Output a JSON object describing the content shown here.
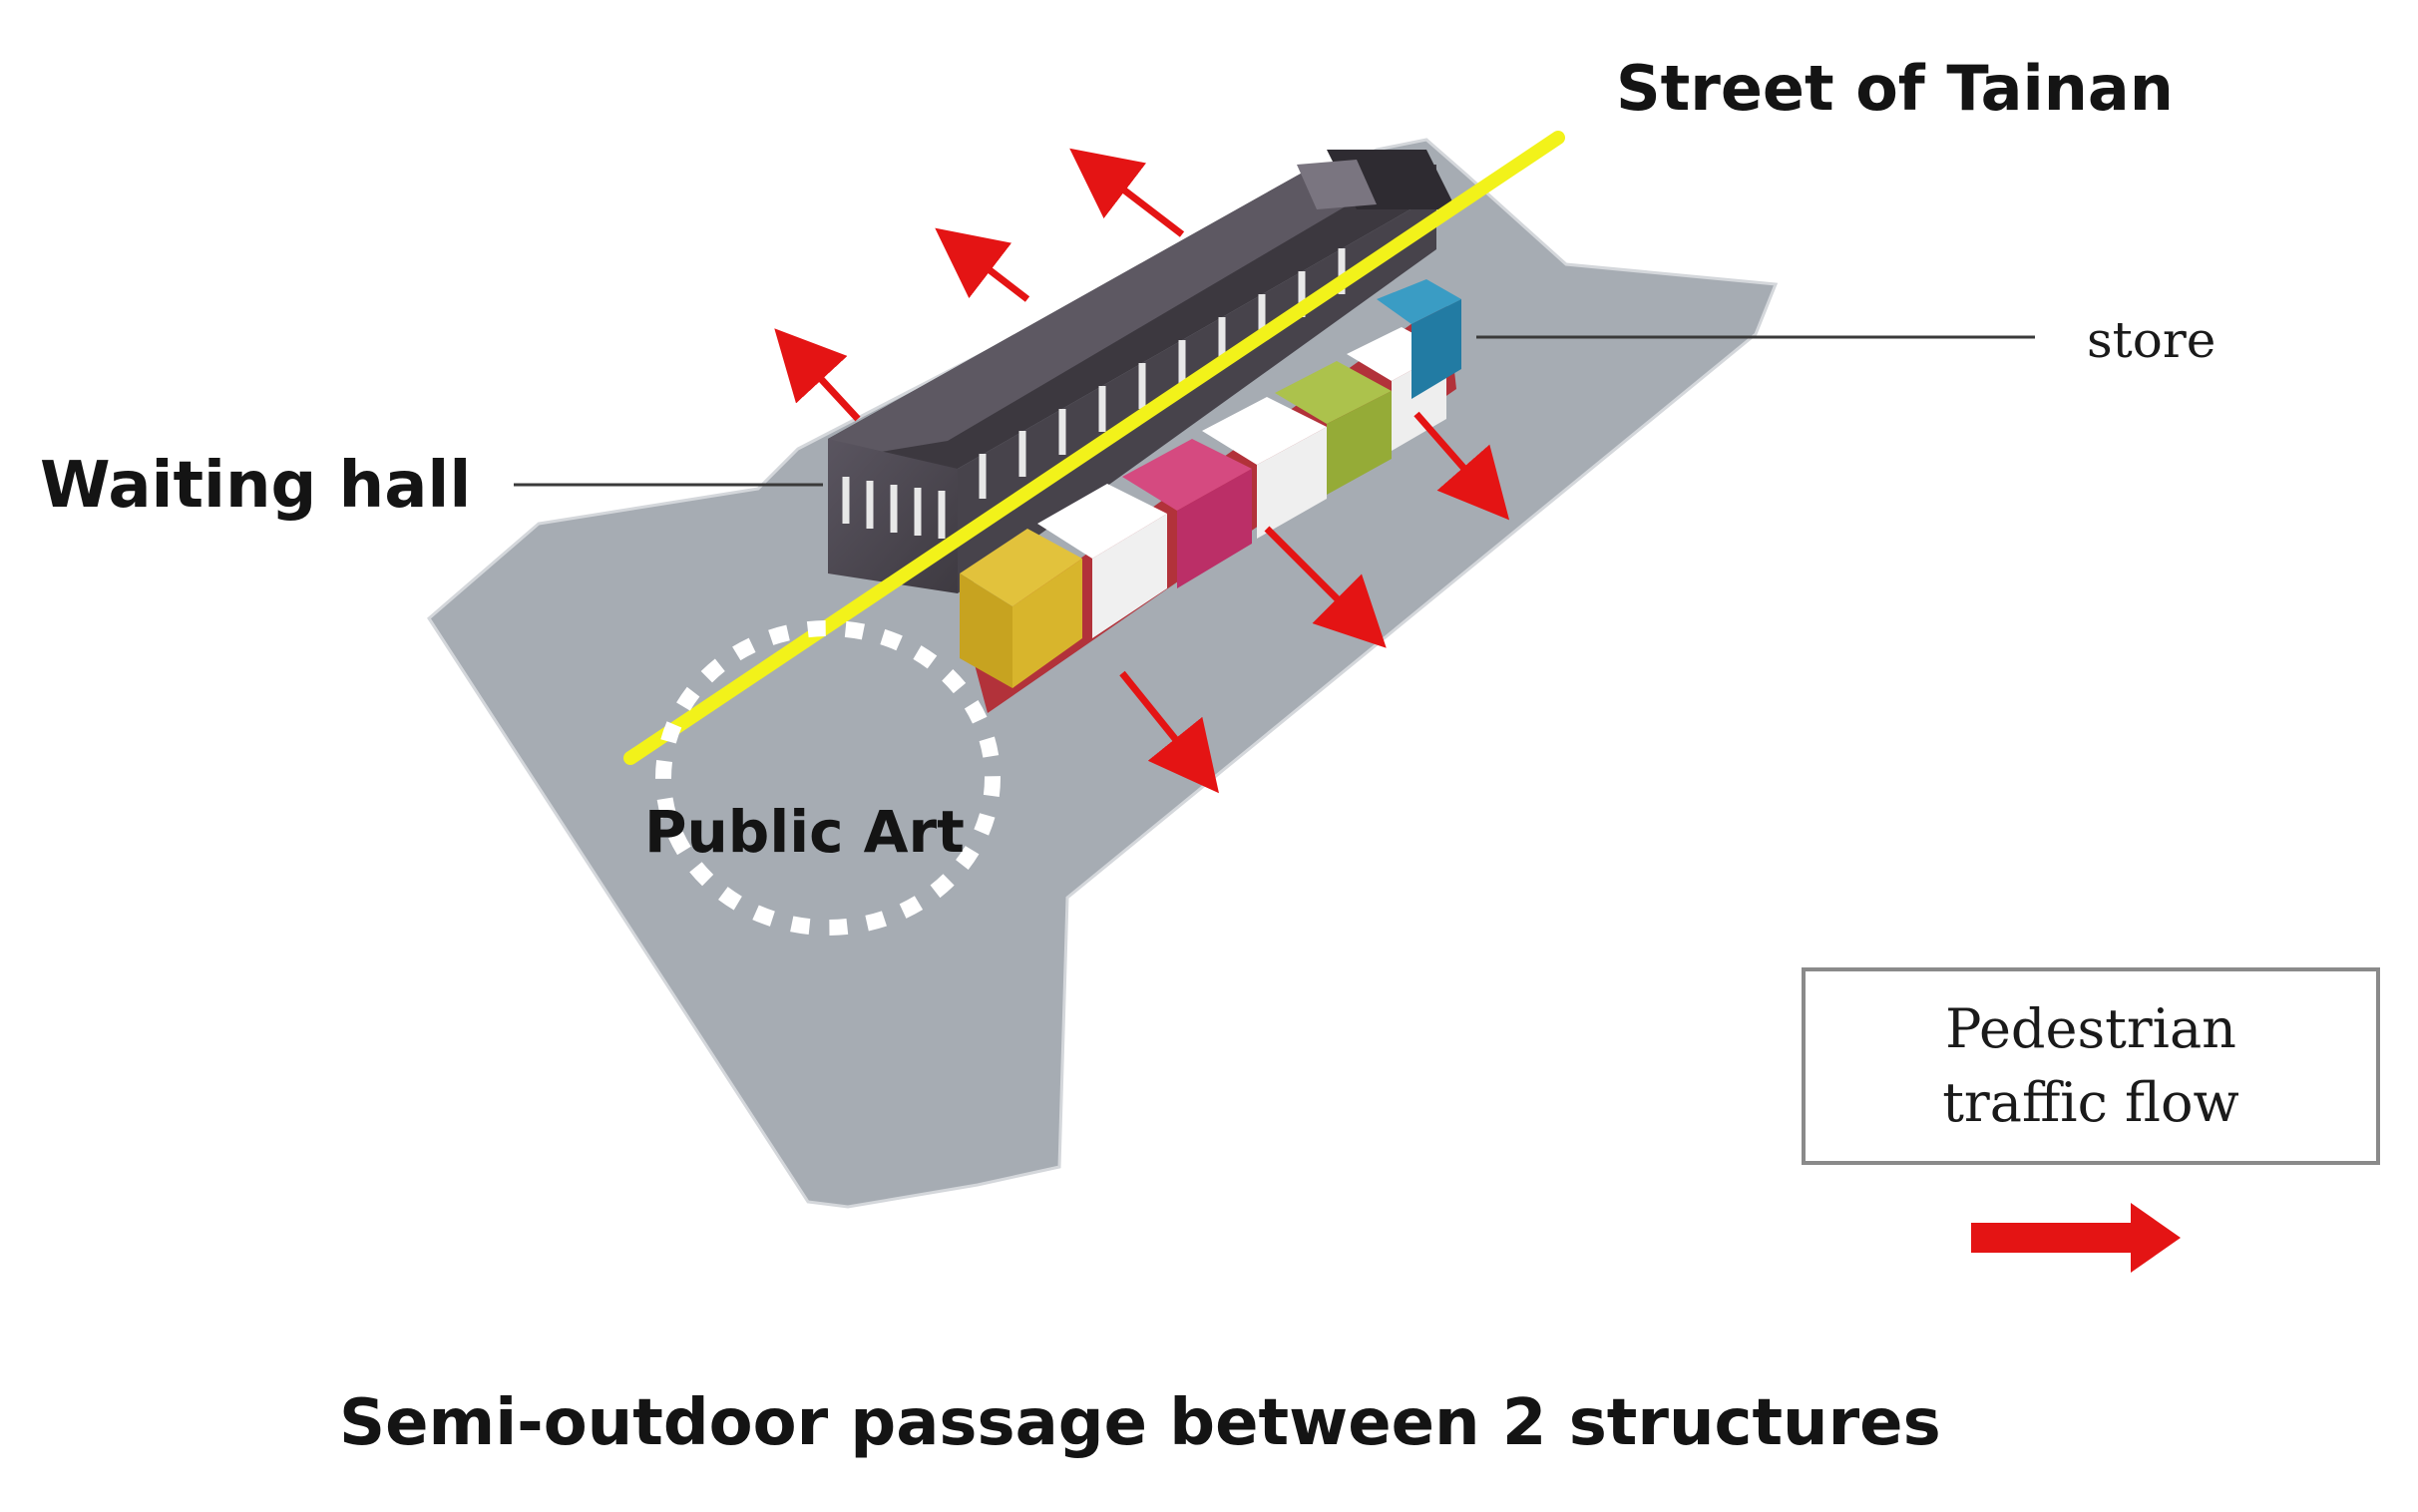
{
  "diagram": {
    "title_street": "Street of Tainan",
    "label_waiting_hall": "Waiting hall",
    "label_store": "store",
    "label_public_art": "Public Art",
    "caption": "Semi-outdoor passage between 2 structures"
  },
  "legend": {
    "line1": "Pedestrian",
    "line2": "traffic flow",
    "arrow_icon": "red-right-arrow"
  },
  "colors": {
    "ground": "#a6acb3",
    "street_line": "#f2f21a",
    "waiting_hall": "#4f4a52",
    "flow_arrow": "#e41414",
    "public_art_ring": "#ffffff",
    "store_blocks": [
      "#d6b32a",
      "#f5f5f5",
      "#c8346e",
      "#f5f5f5",
      "#9bb23e",
      "#f5f5f5",
      "#2a8ab0"
    ]
  }
}
